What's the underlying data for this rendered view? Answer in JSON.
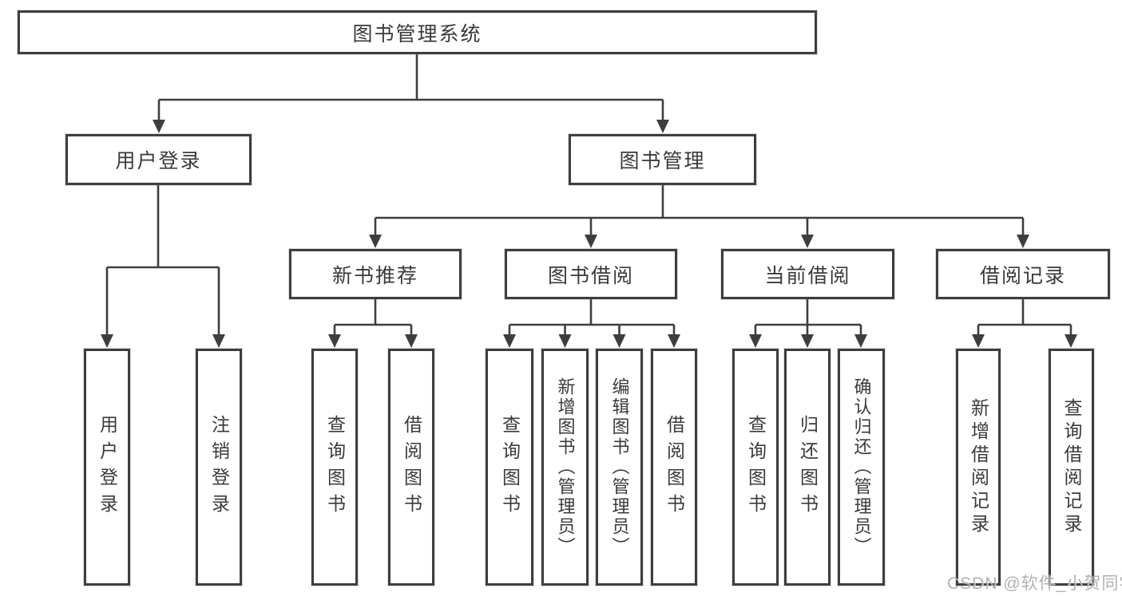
{
  "tree": {
    "label": "图书管理系统",
    "children": [
      {
        "label": "用户登录",
        "children": [
          {
            "label": "用户登录"
          },
          {
            "label": "注销登录"
          }
        ]
      },
      {
        "label": "图书管理",
        "children": [
          {
            "label": "新书推荐",
            "children": [
              {
                "label": "查询图书"
              },
              {
                "label": "借阅图书"
              }
            ]
          },
          {
            "label": "图书借阅",
            "children": [
              {
                "label": "查询图书"
              },
              {
                "label": "新增图书（管理员）"
              },
              {
                "label": "编辑图书（管理员）"
              },
              {
                "label": "借阅图书"
              }
            ]
          },
          {
            "label": "当前借阅",
            "children": [
              {
                "label": "查询图书"
              },
              {
                "label": "归还图书"
              },
              {
                "label": "确认归还（管理员）"
              }
            ]
          },
          {
            "label": "借阅记录",
            "children": [
              {
                "label": "新增借阅记录"
              },
              {
                "label": "查询借阅记录"
              }
            ]
          }
        ]
      }
    ]
  },
  "watermark": {
    "text": "CSDN @软件_小贺同学"
  },
  "colors": {
    "line": "#3e3e3e",
    "text": "#3a3a3a",
    "background": "#ffffff",
    "watermark": "#b4b4b4"
  }
}
